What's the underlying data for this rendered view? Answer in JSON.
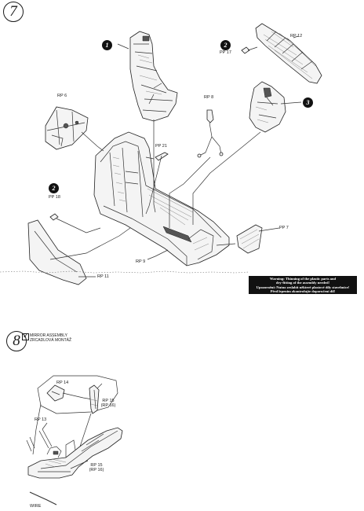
{
  "steps": {
    "step7": "7",
    "step8": "8"
  },
  "callouts": {
    "c1": "1",
    "c2a": "2",
    "c2b": "2",
    "c3": "3"
  },
  "parts": {
    "rp12": "RP 12",
    "pp17": "PP 17",
    "rp6": "RP 6",
    "rp8": "RP 8",
    "pp21": "PP 21",
    "pp18": "PP 18",
    "pp7": "PP 7",
    "rp9": "RP 9",
    "rp11": "RP 11",
    "rp14": "RP 14",
    "rp15a": "RP 15",
    "rp16a": "(RP 16)",
    "rp13": "RP 13",
    "rp15b": "RP 15",
    "rp16b": "(RP 16)",
    "wire": "WIRE"
  },
  "warning": {
    "line1": "Warning: Thinning of the plastic parts and",
    "line2": "dry-fitting of the assembly needed!",
    "line3": "Upozornění: Nutno zeslabit některé plastové díly stavebnice!",
    "line4": "Před lepením zkontrolujte doporučení díl!"
  },
  "mirror": {
    "line1": "MIRROR ASSEMBLY",
    "line2": "ZRCADLOVÁ MONTÁŽ",
    "check": "✓"
  }
}
